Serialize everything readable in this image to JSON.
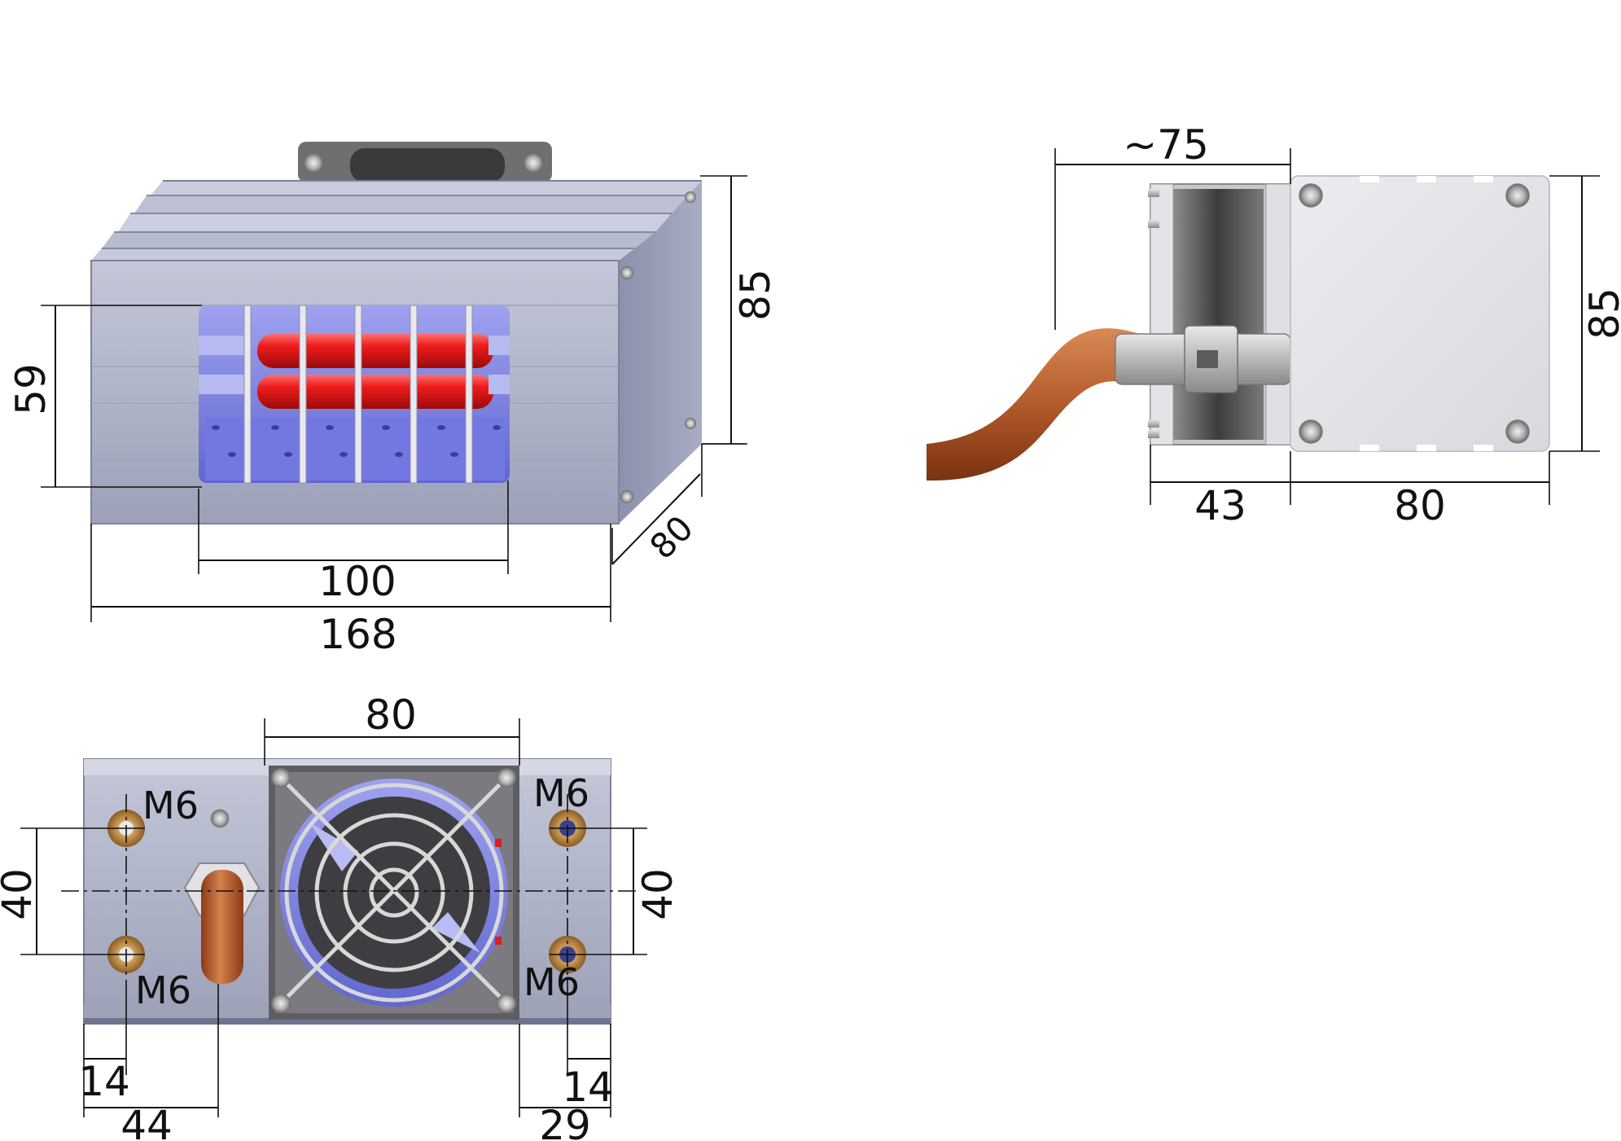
{
  "views": {
    "front": {
      "dims": {
        "height": "85",
        "aperture_height": "59",
        "aperture_width": "100",
        "width": "168",
        "depth": "80"
      }
    },
    "side": {
      "dims": {
        "fan_depth": "~75",
        "height": "85",
        "fan_section": "43",
        "body_depth": "80"
      }
    },
    "rear": {
      "dims": {
        "fan_width": "80",
        "thread_tl": "M6",
        "thread_tr": "M6",
        "thread_bl": "M6",
        "thread_br": "M6",
        "hole_spacing_left": "40",
        "hole_spacing_right": "40",
        "edge_left": "14",
        "edge_right": "14",
        "pipe_offset": "44",
        "right_offset": "29"
      }
    }
  },
  "colors": {
    "housing": "#a9aec4",
    "housing_dark": "#868ca6",
    "lamp_red": "#e01c1c",
    "reflector_blue": "#7a7fe0",
    "copper": "#b0562a",
    "fan_dark": "#4a4a4a",
    "side_plate": "#e6e6ea"
  }
}
